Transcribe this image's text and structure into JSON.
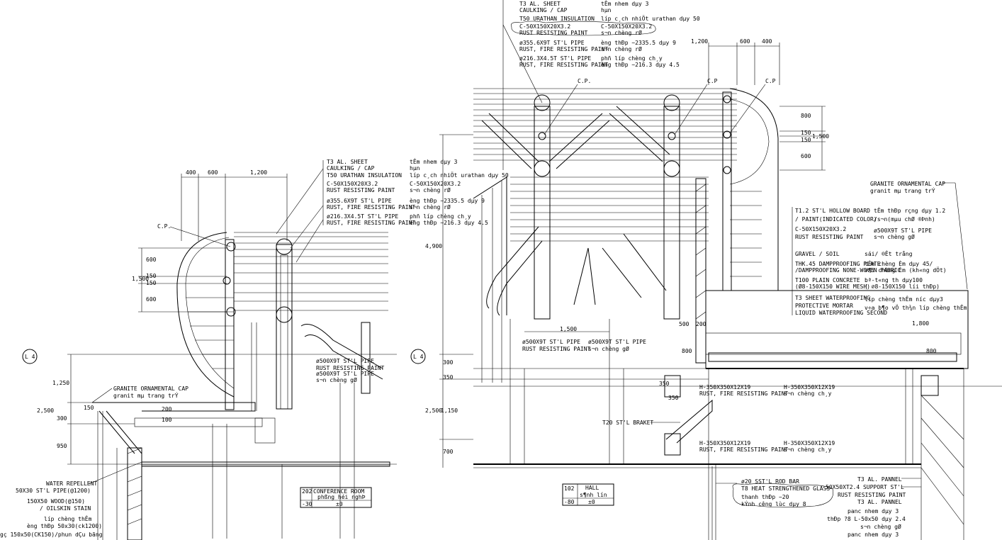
{
  "left_section": {
    "dims_top": [
      "400",
      "600",
      "1,200"
    ],
    "dims_side": [
      "600",
      "150",
      "1,500",
      "150",
      "600"
    ],
    "dims_lower": [
      "1,250",
      "2,500",
      "150",
      "300",
      "950",
      "200",
      "100"
    ],
    "grid_tag": "L 4",
    "cp_label": "C.P.",
    "callouts": [
      {
        "en": "T3 AL. SHEET",
        "vn": "tÊm nhem dµy 3"
      },
      {
        "en": "CAULKING / CAP",
        "vn": "hµn"
      },
      {
        "en": "T50 URATHAN INSULATION",
        "vn": "líp c¸ch nhiÖt urathan dµy 50"
      },
      {
        "en": "C-50X150X20X3.2",
        "vn": "C-50X150X20X3.2"
      },
      {
        "en": "RUST RESISTING PAINT",
        "vn": "s¬n chèng rØ"
      },
      {
        "en": "ø355.6X9T ST'L PIPE",
        "vn": "èng thÐp ~2335.5 dµy 9"
      },
      {
        "en": "RUST, FIRE RESISTING PAINT",
        "vn": "s¬n chèng rØ"
      },
      {
        "en": "ø216.3X4.5T ST'L PIPE",
        "vn": "phñ líp chèng ch¸y"
      },
      {
        "en": "RUST, FIRE RESISTING PAINT",
        "vn": "èng thÐp ~216.3 dµy 4.5"
      }
    ],
    "pipe_note": [
      "ø500X9T ST'L PIPE",
      "RUST RESISTING PAINT",
      "ø500X9T ST'L PIPE",
      "s¬n chèng gØ"
    ],
    "ornamental_cap": [
      "GRANITE ORNAMENTAL CAP",
      "granit mµ trang trÝ"
    ],
    "bottom_notes": [
      "WATER REPELLENT",
      "50X30 ST'L PIPE(@1200)",
      "150X50 WOOD(@150)",
      "/ OILSKIN STAIN",
      "líp chèng thÊm",
      "èng thÐp 50x30(ck1200)",
      "gç 150x50(CK150)/phun dÇu bãng"
    ],
    "room_tag": {
      "number": "202",
      "name": "CONFERENCE ROOM",
      "name_vn": "phßng héi nghÞ",
      "level": "-30",
      "level_ref": "±0"
    }
  },
  "right_section": {
    "dims_top": [
      "1,200",
      "600",
      "400"
    ],
    "dims_side": [
      "800",
      "150",
      "1,500",
      "150",
      "600"
    ],
    "dims_left": [
      "4,900",
      "300",
      "350",
      "2,500",
      "1,150",
      "700"
    ],
    "dims_mid": [
      "1,500",
      "500",
      "200",
      "800",
      "350",
      "350",
      "1,800",
      "800"
    ],
    "grid_tag": "L 4",
    "cp_labels": [
      "C.P.",
      "C.P"
    ],
    "callouts": [
      {
        "en": "T3 AL. SHEET",
        "vn": "tÊm nhem dµy 3"
      },
      {
        "en": "CAULKING / CAP",
        "vn": "hµn"
      },
      {
        "en": "T50 URATHAN INSULATION",
        "vn": "líp c¸ch nhiÖt urathan dµy 50"
      },
      {
        "en": "C-50X150X20X3.2",
        "vn": "C-50X150X20X3.2"
      },
      {
        "en": "RUST RESISTING PAINT",
        "vn": "s¬n chèng rØ"
      },
      {
        "en": "ø355.6X9T ST'L PIPE",
        "vn": "èng thÐp ~2335.5 dµy 9"
      },
      {
        "en": "RUST, FIRE RESISTING PAINT",
        "vn": "s¬n chèng rØ"
      },
      {
        "en": "ø216.3X4.5T ST'L PIPE",
        "vn": "phñ líp chèng ch¸y"
      },
      {
        "en": "RUST, FIRE RESISTING PAINT",
        "vn": "èng thÐp ~216.3 dµy 4.5"
      }
    ],
    "ornamental_cap": [
      "GRANITE ORNAMENTAL CAP",
      "granit mµ trang trÝ"
    ],
    "right_notes": [
      {
        "en": "T1.2 ST'L HOLLOW BOARD",
        "vn": "tÊm thÐp rçng dµy 1.2"
      },
      {
        "en": "/ PAINT(INDICATED COLOR)",
        "vn": "/s¬n(mµu chØ ®Þnh)"
      },
      {
        "en": "C-50X150X20X3.2",
        "vn": "ø500X9T ST'L PIPE"
      },
      {
        "en": "RUST RESISTING PAINT",
        "vn": "s¬n chèng gØ"
      },
      {
        "en": "GRAVEL / SOIL",
        "vn": "sái/ ®Êt trång"
      },
      {
        "en": "THK.45 DAMPPROOFING PLATE",
        "vn": "tÊm chèng Èm dµy 45/"
      },
      {
        "en": "/DAMPPROOFING NONE-WOVEN FABRIC",
        "vn": "v¶i chèng Èm (kh«ng dÖt)"
      },
      {
        "en": "T100 PLAIN CONCRETE",
        "vn": "bª-t«ng th­ dµy100"
      },
      {
        "en": "(Ø8-150X150 WIRE MESH)",
        "vn": "( ∅8-150X150 l­íi thÐp)"
      },
      {
        "en": "T3 SHEET WATERPROOFING",
        "vn": "líp chèng thÊm n­íc dµy3"
      },
      {
        "en": "PROTECTIVE MORTAR",
        "vn": "v÷a b¶o vÖ th¾n líp chèng thÊm"
      },
      {
        "en": "LIQUID WATERPROOFING SECOND",
        "vn": ""
      }
    ],
    "pipe_note": [
      "ø500X9T ST'L PIPE",
      "ø500X9T ST'L PIPE",
      "RUST RESISTING PAINT",
      "s¬n chèng gØ"
    ],
    "beam_notes": [
      {
        "en": "H-350X350X12X19",
        "vn": "H-350X350X12X19"
      },
      {
        "en": "RUST, FIRE RESISTING PAINT",
        "vn": "s¬n chèng ch¸y"
      },
      {
        "en": "H-350X350X12X19",
        "vn": "H-350X350X12X19"
      },
      {
        "en": "RUST, FIRE RESISTING PAINT",
        "vn": "s¬n chèng ch¸y"
      }
    ],
    "bracket_note": "T20 ST'L BRAKET",
    "glass_notes": [
      "ø20 SST'L ROD BAR",
      "T8 HEAT STRENGTHENED GLASS",
      "thanh thÐp ~20",
      "kÝnh c­êng lùc dµy 8"
    ],
    "pannel_notes": [
      "T3 AL. PANNEL",
      "50X50XT2.4 SUPPORT ST'L",
      "RUST RESISTING PAINT",
      "T3 AL. PANNEL",
      "panc nhem dµy 3",
      "thÐp ?8 L-50x50 dµy 2.4",
      "s¬n chèng gØ",
      "panc nhem dµy 3"
    ],
    "room_tag": {
      "number": "102",
      "name": "HALL",
      "name_vn": "s¶nh lín",
      "level": "-80",
      "level_ref": "±0"
    }
  }
}
